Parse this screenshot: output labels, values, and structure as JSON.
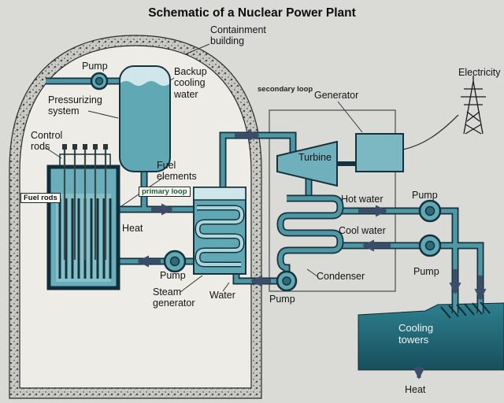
{
  "title": "Schematic of a Nuclear Power Plant",
  "colors": {
    "background": "#dadad6",
    "pipe_teal": "#4e98a6",
    "component_teal": "#69aeba",
    "coil_light": "#abd6db",
    "outline_dark": "#16323c",
    "arrow_navy": "#3b4d6b",
    "dome_wall_gray": "#cbcbc7",
    "cooling_tower_fill": "#2e8090",
    "primary_loop_text": "#155b2e"
  },
  "labels": {
    "containment_building": "Containment\nbuilding",
    "pump_top": "Pump",
    "backup_cooling_water": "Backup\ncooling\nwater",
    "pressurizing_system": "Pressurizing\nsystem",
    "control_rods": "Control\nrods",
    "fuel_rods": "Fuel rods",
    "fuel_elements": "Fuel\nelements",
    "primary_loop": "primary loop",
    "heat_reactor": "Heat",
    "pump_primary": "Pump",
    "steam_generator": "Steam\ngenerator",
    "water": "Water",
    "secondary_loop": "secondary loop",
    "generator": "Generator",
    "turbine": "Turbine",
    "electricity": "Electricity",
    "hot_water": "Hot water",
    "cool_water": "Cool water",
    "pump_hot": "Pump",
    "pump_cool": "Pump",
    "condenser": "Condenser",
    "pump_condensate": "Pump",
    "cooling_towers": "Cooling\ntowers",
    "heat_out": "Heat"
  }
}
